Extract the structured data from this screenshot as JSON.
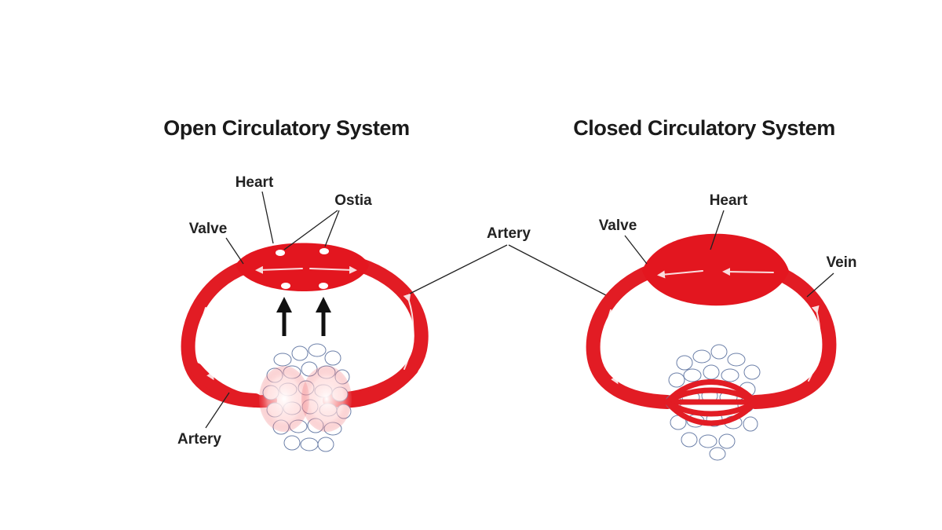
{
  "open_system": {
    "title": "Open Circulatory System",
    "labels": {
      "heart": "Heart",
      "ostia": "Ostia",
      "valve": "Valve",
      "artery": "Artery"
    }
  },
  "shared_label": {
    "artery": "Artery"
  },
  "closed_system": {
    "title": "Closed Circulatory System",
    "labels": {
      "heart": "Heart",
      "valve": "Valve",
      "vein": "Vein"
    }
  },
  "colors": {
    "vessel": "#e21c24",
    "heart": "#e3161f",
    "tissue_outline": "#6b7fa8",
    "text": "#222222"
  }
}
